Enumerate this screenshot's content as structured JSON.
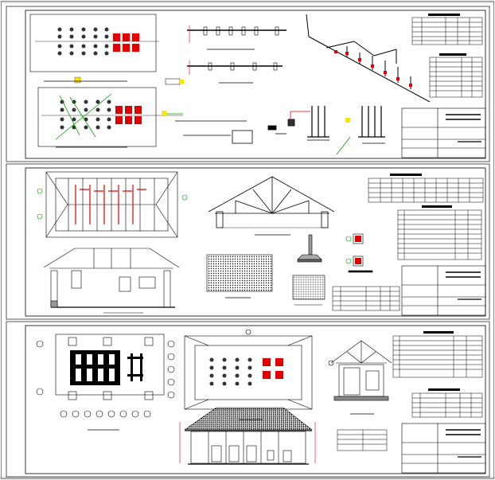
{
  "drawing": {
    "type": "CAD architectural drawing sheets",
    "sheets": [
      {
        "id": "sheet-1",
        "content": [
          "plumbing-plan-upper",
          "plumbing-plan-lower",
          "pipe-sections",
          "isometric-piping",
          "detail-sections",
          "legend-table",
          "schedule-table",
          "title-block"
        ]
      },
      {
        "id": "sheet-2",
        "content": [
          "roof-framing-plan",
          "truss-elevation",
          "building-section",
          "tile-detail",
          "foundation-details",
          "schedule-tables",
          "title-block"
        ]
      },
      {
        "id": "sheet-3",
        "content": [
          "foundation-grid-plan",
          "floor-plan",
          "side-elevation",
          "front-elevation",
          "schedule-tables",
          "door-window-schedule",
          "title-block"
        ]
      }
    ],
    "colors": {
      "line": "#000000",
      "fixture_red": "#e00000",
      "marker_yellow": "#ffe600",
      "pipe_green": "#00a000",
      "frame_blue": "#1010c0",
      "hatch_gray": "#555555"
    }
  }
}
